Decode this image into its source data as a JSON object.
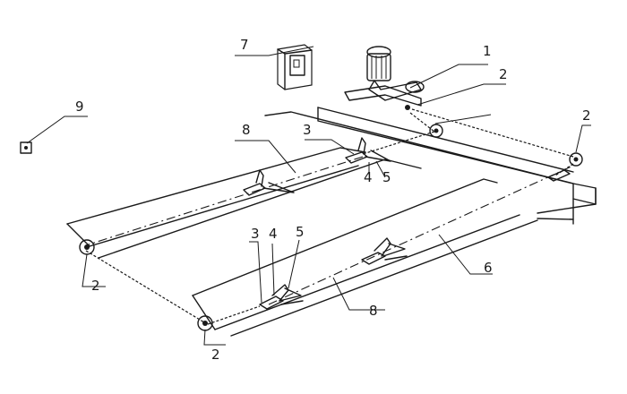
{
  "labels": {
    "motor_drive": "1",
    "sprocket_pulley": "2",
    "clamp_part_a": "3",
    "clamp_part_b": "4",
    "clamp_part_c": "5",
    "rail_track": "6",
    "control_box": "7",
    "platform_guide": "8",
    "switch_symbol": "9"
  }
}
